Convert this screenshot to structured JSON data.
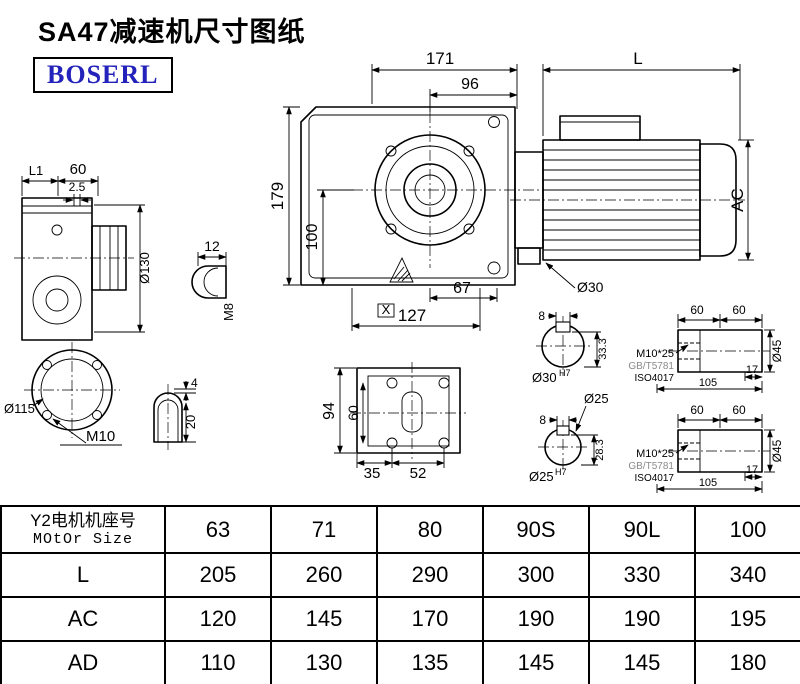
{
  "header": {
    "title": "SA47减速机尺寸图纸",
    "brand": "BOSERL"
  },
  "drawing": {
    "dims": {
      "d171": "171",
      "d96": "96",
      "L": "L",
      "d179": "179",
      "d100": "100",
      "AC": "AC",
      "d67": "67",
      "d30": "Ø30",
      "d127": "127",
      "X": "X",
      "d94": "94",
      "d60b": "60",
      "d35": "35",
      "d52": "52",
      "L1": "L1",
      "d60s": "60",
      "d2_5": "2.5",
      "d130": "Ø130",
      "d115": "Ø115",
      "M10": "M10",
      "d12": "12",
      "M8": "M8",
      "d4": "4",
      "d20": "20",
      "d8a": "8",
      "d33_3": "33.3",
      "d30h7": "Ø30",
      "h7a": "H7",
      "d25": "Ø25",
      "d8b": "8",
      "d28_3": "28.3",
      "d25h7": "Ø25",
      "h7b": "H7",
      "d60x1": "60",
      "d60x2": "60",
      "m10x25a": "M10*25",
      "gba": "GB/T5781",
      "isoa": "ISO4017",
      "d17a": "17",
      "d105a": "105",
      "d45a": "Ø45",
      "d60y1": "60",
      "d60y2": "60",
      "m10x25b": "M10*25",
      "gbb": "GB/T5781",
      "isob": "ISO4017",
      "d17b": "17",
      "d105b": "105",
      "d45b": "Ø45"
    }
  },
  "table": {
    "header_row": {
      "label_line1": "Y2电机机座号",
      "label_line2": "MOtOr Size",
      "values": [
        "63",
        "71",
        "80",
        "90S",
        "90L",
        "100"
      ]
    },
    "rows": [
      {
        "label": "L",
        "values": [
          "205",
          "260",
          "290",
          "300",
          "330",
          "340"
        ]
      },
      {
        "label": "AC",
        "values": [
          "120",
          "145",
          "170",
          "190",
          "190",
          "195"
        ]
      },
      {
        "label": "AD",
        "values": [
          "110",
          "130",
          "135",
          "145",
          "145",
          "180"
        ]
      }
    ]
  }
}
